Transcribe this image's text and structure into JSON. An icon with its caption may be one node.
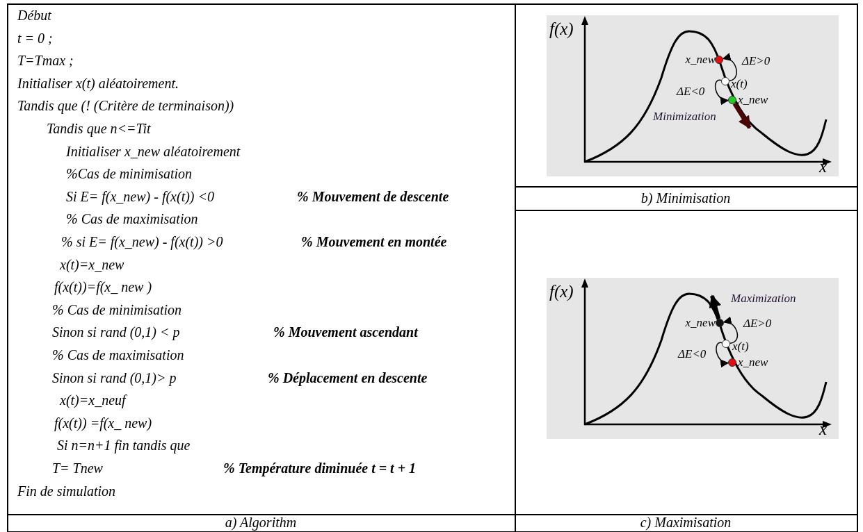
{
  "diagram": {
    "nodes": [
      {
        "text": [],
        "shape": "circle",
        "beside": [
          "x_new"
        ]
      },
      {
        "text": [],
        "shape": "circle",
        "beside": [
          "x(t)"
        ]
      },
      {
        "text": [],
        "shape": "circle",
        "beside": [
          "x_new"
        ]
      },
      {
        "text": [],
        "shape": "circle",
        "beside": [
          "x_new"
        ]
      },
      {
        "text": [],
        "shape": "circle",
        "beside": [
          "x(t)"
        ]
      },
      {
        "text": [],
        "shape": "circle",
        "beside": [
          "x_new"
        ]
      }
    ],
    "edges": [
      {
        "from": 1,
        "to": 0,
        "arrow": "to",
        "label": "ΔE>0"
      },
      {
        "from": 1,
        "to": 2,
        "arrow": "to",
        "label": "ΔE<0"
      },
      {
        "from": 2,
        "to": null,
        "arrow": "to",
        "label": "Minimization",
        "style": "thick",
        "color": "#4a0606"
      },
      {
        "from": 4,
        "to": 3,
        "arrow": "to",
        "label": "ΔE>0"
      },
      {
        "from": 4,
        "to": 5,
        "arrow": "to",
        "label": "ΔE<0"
      },
      {
        "from": 3,
        "to": null,
        "arrow": "to",
        "label": "Maximization",
        "style": "thick"
      }
    ],
    "labels": [
      "Début",
      "t = 0 ;",
      "T=Tmax ;",
      "Initialiser x(t) aléatoirement.",
      "Tandis que (! (Critère de terminaison))",
      "Tandis que n<=Tit",
      "Initialiser x_new aléatoirement",
      "%Cas de minimisation",
      "Si E= f(x_new) - f(x(t)) <0",
      "% Mouvement de descente",
      "% Cas de maximisation",
      "% si E= f(x_new) - f(x(t)) >0",
      "% Mouvement en montée",
      "x(t)=x_new",
      "f(x(t))=f(x_ new )",
      "% Cas de minimisation",
      "Sinon si rand (0,1) < p",
      "% Mouvement ascendant",
      "% Cas de maximisation",
      "Sinon si rand (0,1)> p",
      "% Déplacement en descente",
      "x(t)=x_neuf",
      "f(x(t)) =f(x_ new)",
      "Si n=n+1 fin tandis que",
      "T= Tnew",
      "% Température diminuée t = t + 1",
      "Fin de simulation",
      "f(x)",
      "x",
      "b) Minimisation",
      "f(x)",
      "x",
      "a) Algorithm",
      "c) Maximisation"
    ]
  }
}
